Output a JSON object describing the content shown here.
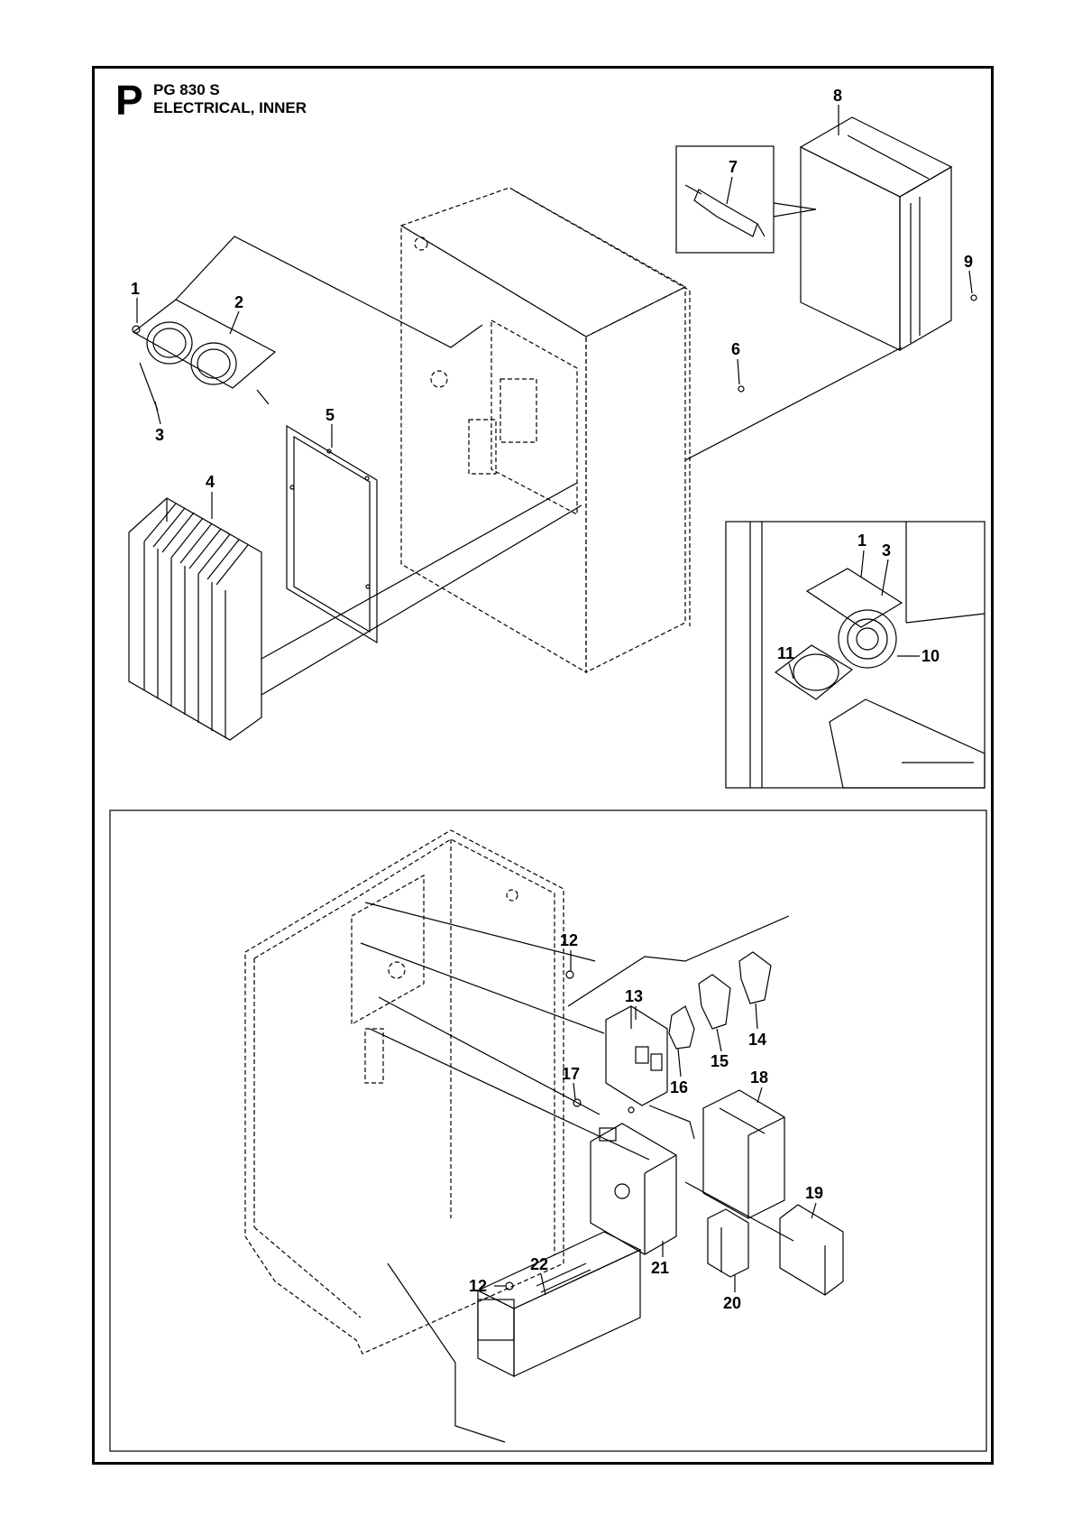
{
  "header": {
    "section_letter": "P",
    "model": "PG 830 S",
    "title": "ELECTRICAL, INNER"
  },
  "callouts": {
    "c1": "1",
    "c2": "2",
    "c3": "3",
    "c4": "4",
    "c5": "5",
    "c6": "6",
    "c7": "7",
    "c8": "8",
    "c9": "9",
    "d1": "1",
    "d3": "3",
    "c10": "10",
    "c11": "11",
    "c12a": "12",
    "c12b": "12",
    "c13": "13",
    "c14": "14",
    "c15": "15",
    "c16": "16",
    "c17": "17",
    "c18": "18",
    "c19": "19",
    "c20": "20",
    "c21": "21",
    "c22": "22"
  }
}
